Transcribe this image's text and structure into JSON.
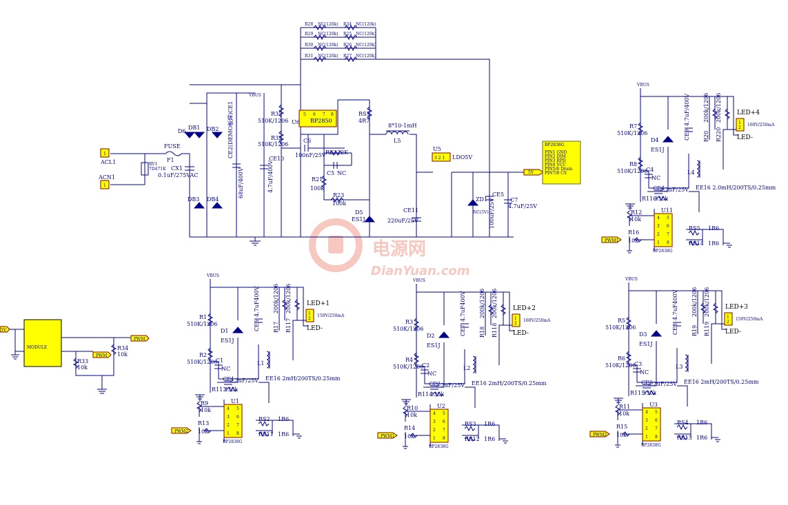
{
  "watermark": {
    "cn": "电源网",
    "en": "DianYuan.com"
  },
  "connectors": {
    "acl1": {
      "ref": "ACL1",
      "pin": "1"
    },
    "acn1": {
      "ref": "ACN1",
      "pin": "1"
    }
  },
  "input": {
    "fuse": "FUSE",
    "f1": "F1",
    "rv1": "RV1",
    "rv1_val": "7D471K",
    "cx1": "CX1",
    "cx1_val": "0.1uF/275VAC",
    "db1": "DB1",
    "db2": "DB2",
    "db3": "DB3",
    "db4": "DB4",
    "d6": "D6",
    "vbus": "VBUS",
    "ce2": "CE2(DEMO板焊)CE1",
    "ce2_val": "68uF/400V",
    "ce10": "CE10",
    "ce10_val": "4.7uF/400V"
  },
  "controller": {
    "u6": "U6",
    "u6_name": "BP2850",
    "u6_p5": "5",
    "u6_p6": "6",
    "u6_p7": "7",
    "u6_p8": "8",
    "r35": "R35",
    "r35_val": "510K/1206",
    "r32": "R32",
    "r32_val": "510K/1206",
    "c6": "C6",
    "c6_val": "100nF/25V",
    "r22": "R22",
    "r22_val": "22K",
    "c5": "C5",
    "c5_val": "NC",
    "r21": "R21",
    "r21_val": "100k",
    "r23": "R23",
    "r23_val": "100k",
    "rs1": "RS1",
    "rs1_val": "4R7",
    "l5_val": "8*10-1mH",
    "l5": "L5",
    "d5": "D5",
    "d5_val": "ES1J",
    "ce11": "CE11",
    "ce11_val": "220uF/25V"
  },
  "res_bank": [
    {
      "ref": "R28",
      "val": "NC(120k)"
    },
    {
      "ref": "R34",
      "val": "NC(120k)"
    },
    {
      "ref": "R29",
      "val": "NC(120k)"
    },
    {
      "ref": "R25",
      "val": "NC(120k)"
    },
    {
      "ref": "R30",
      "val": "NC(120k)"
    },
    {
      "ref": "R26",
      "val": "NC(120k)"
    },
    {
      "ref": "R31",
      "val": "NC(120k)"
    },
    {
      "ref": "R27",
      "val": "NC(120k)"
    }
  ],
  "ldo": {
    "u5": "U5",
    "u5_pins": "3 2 1",
    "u5_name": "LDO5V",
    "zd1": "ZD1",
    "zd1_val": "NC(5V)",
    "ce5": "CE5",
    "ce5_val": "100uF/25V",
    "c7": "C7",
    "c7_val": "4.7uF/25V",
    "port_5v": "5V"
  },
  "pin_table": {
    "title": "BP2838G",
    "rows": [
      "PIN1 GND",
      "PIN2 DIM",
      "PIN3 RPD",
      "PIN4 VCC",
      "PIN5/6 Drain",
      "PIN7/8 CS"
    ]
  },
  "module": {
    "label": "MODULE",
    "port_5v": "5V",
    "pwm": "PWM",
    "pwm_b": "PWM",
    "r33": "R33",
    "r33_val": "10k",
    "r34": "R34",
    "r34_val": "10k"
  },
  "ch1": {
    "vbus": "VBUS",
    "r_a": "R1",
    "r_a_val": "510K/1206",
    "r_b": "R2",
    "r_b_val": "510K/1206",
    "c_a": "C1",
    "nc": "NC",
    "d": "D1",
    "d_val": "ES1J",
    "ce": "CE6",
    "ce_val": "4.7uF400V",
    "r_p1": "R17",
    "r_p1_val": "200k/1206",
    "r_p2": "R117",
    "r_p2_val": "200k/1206",
    "l": "L1",
    "led_p": "LED+1",
    "led_n": "LED-",
    "led_spec": "150V/250mA",
    "ce_s": "CE1",
    "ce_s_val": "2.2uF/25V",
    "r_s": "R113",
    "r_s_val": "330k",
    "ee": "EE16 2mH/200TS/0.25mm",
    "r9": "R9",
    "r9_val": "10k",
    "r_in": "R13",
    "r_in_val": "10k",
    "u": "U1",
    "u_name": "BP2838G",
    "pwm": "PWM2",
    "rs_a": "RS2",
    "rs_a_val": "1R6",
    "rs_b": "RS11",
    "rs_b_val": "1R6",
    "pins": [
      "4",
      "3",
      "2",
      "1",
      "5",
      "6",
      "7",
      "8"
    ]
  },
  "ch2": {
    "vbus": "VBUS",
    "r_a": "R3",
    "r_a_val": "510K/1206",
    "r_b": "R4",
    "r_b_val": "510K/1206",
    "c_a": "C2",
    "nc": "NC",
    "d": "D2",
    "d_val": "ES1J",
    "ce": "CE7",
    "ce_val": "4.7uF400V",
    "r_p1": "R18",
    "r_p1_val": "200k/1206",
    "r_p2": "R118",
    "r_p2_val": "200k/1206",
    "l": "L2",
    "led_p": "LED+2",
    "led_n": "LED-",
    "led_spec": "160V/250mA",
    "ce_s": "CE2",
    "ce_s_val": "2.2uF/25V",
    "r_s": "R114",
    "r_s_val": "330k",
    "ee": "EE16 2mH/200TS/0.25mm",
    "r9": "R10",
    "r9_val": "10k",
    "r_in": "R14",
    "r_in_val": "10k",
    "u": "U2",
    "u_name": "BP2838G",
    "pwm": "PWM1",
    "rs_a": "RS3",
    "rs_a_val": "1R6",
    "rs_b": "RS12",
    "rs_b_val": "1R6",
    "pins": [
      "4",
      "3",
      "2",
      "1",
      "5",
      "6",
      "7",
      "8"
    ]
  },
  "ch3": {
    "vbus": "VBUS",
    "r_a": "R5",
    "r_a_val": "510K/1206",
    "r_b": "R6",
    "r_b_val": "510K/1206",
    "c_a": "C3",
    "nc": "NC",
    "d": "D3",
    "d_val": "ES1J",
    "ce": "CE8",
    "ce_val": "4.7uF400V",
    "r_p1": "R19",
    "r_p1_val": "200k/1206",
    "r_p2": "R119",
    "r_p2_val": "200k/1206",
    "l": "L3",
    "led_p": "LED+3",
    "led_n": "LED-",
    "led_spec": "150V/250mA",
    "ce_s": "CE3",
    "ce_s_val": "2.2uF/25V",
    "r_s": "R115",
    "r_s_val": "330k",
    "ee": "EE16 2mH/200TS/0.25mm",
    "r9": "R11",
    "r9_val": "10k",
    "r_in": "R15",
    "r_in_val": "10k",
    "u": "U3",
    "u_name": "BP2838G",
    "pwm": "PWM2",
    "rs_a": "RS4",
    "rs_a_val": "1R6",
    "rs_b": "RS13",
    "rs_b_val": "1R6",
    "pins": [
      "4",
      "3",
      "2",
      "1",
      "5",
      "6",
      "7",
      "8"
    ]
  },
  "ch4": {
    "vbus": "VBUS",
    "r_a": "R7",
    "r_a_val": "510K/1206",
    "r_b": "R8",
    "r_b_val": "510K/1206",
    "c_a": "C4",
    "nc": "NC",
    "d": "D4",
    "d_val": "ES1J",
    "ce": "CE9",
    "ce_val": "4.7uF/400V",
    "r_p1": "R20",
    "r_p1_val": "200k/1206",
    "r_p2": "R220",
    "r_p2_val": "200k/1206",
    "l": "L4",
    "led_p": "LED+4",
    "led_n": "LED-",
    "led_spec": "160V/250mA",
    "ce_s": "CE4",
    "ce_s_val": "2.2uF/25V",
    "r_s": "R116",
    "r_s_val": "330k",
    "ee": "EE16 2.0mH/200TS/0.25mm",
    "r9": "R12",
    "r9_val": "10k",
    "r_in": "R16",
    "r_in_val": "10k",
    "u": "U11",
    "u_name": "BP2838G",
    "pwm": "PWM1",
    "rs_a": "RS5",
    "rs_a_val": "1R6",
    "rs_b": "RS14",
    "rs_b_val": "1R6",
    "pins": [
      "4",
      "3",
      "2",
      "1",
      "5",
      "6",
      "7",
      "8"
    ]
  }
}
